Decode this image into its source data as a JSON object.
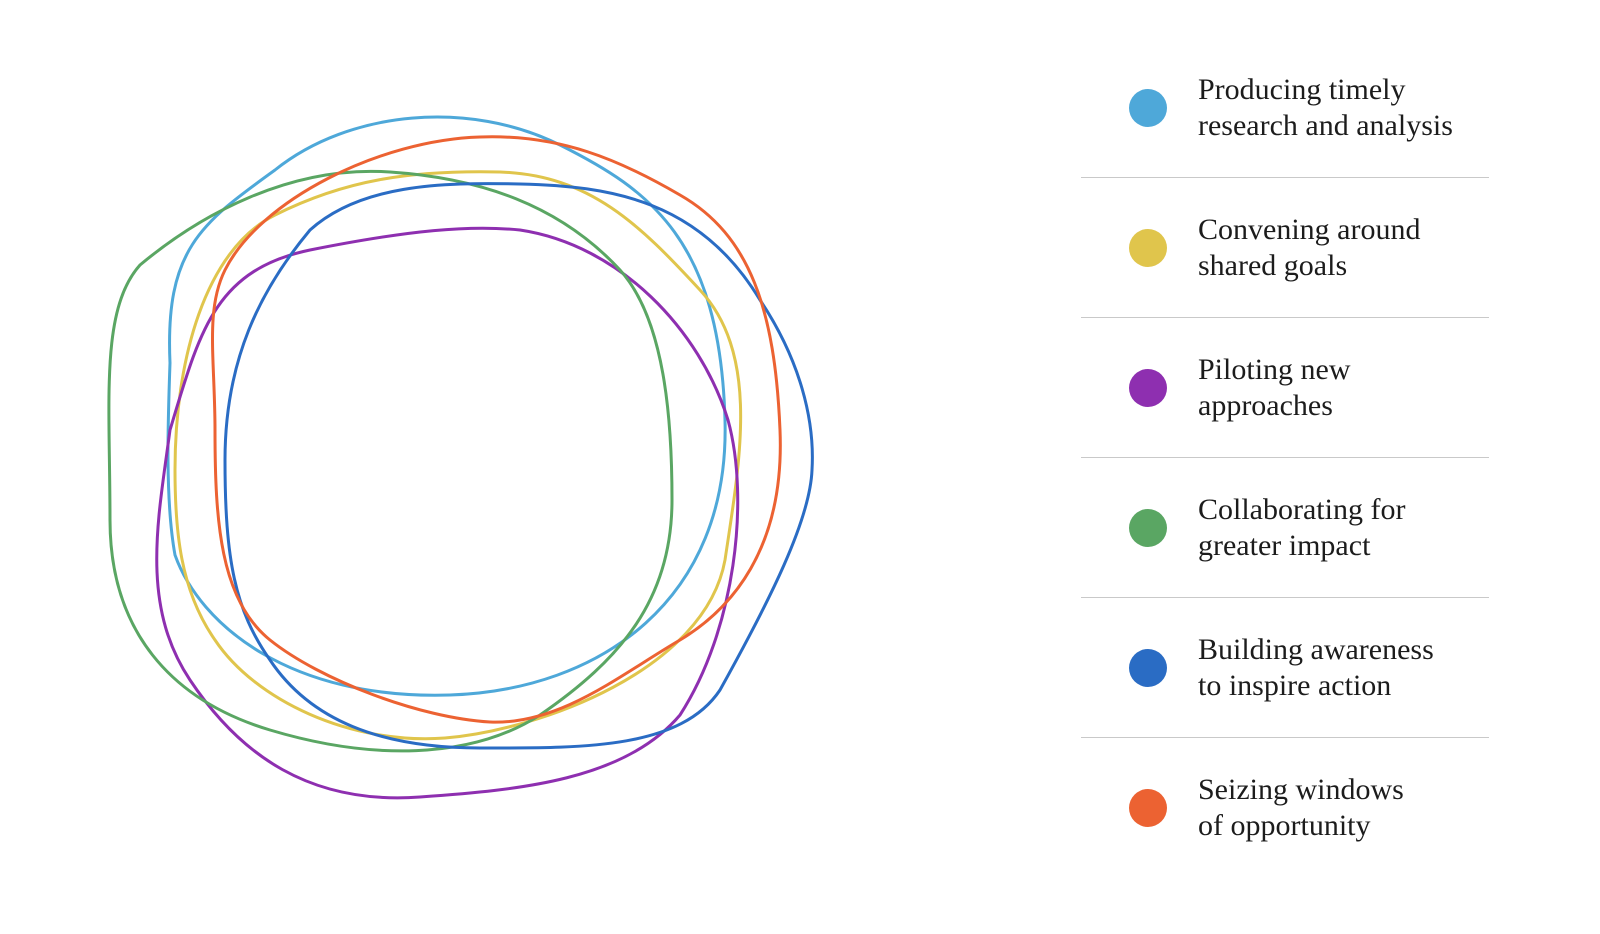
{
  "diagram": {
    "rings": [
      {
        "key": "research",
        "color": "#4ea8d9"
      },
      {
        "key": "convening",
        "color": "#e0c54c"
      },
      {
        "key": "piloting",
        "color": "#8e2fb0"
      },
      {
        "key": "collaborating",
        "color": "#5aa663"
      },
      {
        "key": "awareness",
        "color": "#2a6cc4"
      },
      {
        "key": "windows",
        "color": "#ec6232"
      }
    ]
  },
  "legend": {
    "items": [
      {
        "line1": "Producing timely",
        "line2": "research and analysis",
        "color": "#4ea8d9",
        "dot_icon": "circle-dot-icon"
      },
      {
        "line1": "Convening around",
        "line2": "shared goals",
        "color": "#e0c54c",
        "dot_icon": "circle-dot-icon"
      },
      {
        "line1": "Piloting new",
        "line2": "approaches",
        "color": "#8e2fb0",
        "dot_icon": "circle-dot-icon"
      },
      {
        "line1": "Collaborating for",
        "line2": "greater impact",
        "color": "#5aa663",
        "dot_icon": "circle-dot-icon"
      },
      {
        "line1": "Building awareness",
        "line2": "to inspire action",
        "color": "#2a6cc4",
        "dot_icon": "circle-dot-icon"
      },
      {
        "line1": "Seizing windows",
        "line2": "of opportunity",
        "color": "#ec6232",
        "dot_icon": "circle-dot-icon"
      }
    ]
  }
}
